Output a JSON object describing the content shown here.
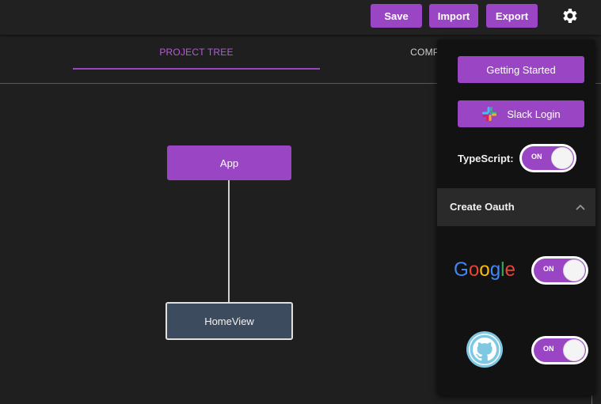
{
  "toolbar": {
    "save_label": "Save",
    "import_label": "Import",
    "export_label": "Export",
    "settings_icon": "gear-icon"
  },
  "tabs": [
    {
      "label": "PROJECT TREE",
      "active": true
    },
    {
      "label": "COMPONENT DETAILS",
      "active": false
    }
  ],
  "tree": {
    "root": "App",
    "children": [
      "HomeView"
    ]
  },
  "settings_panel": {
    "getting_started_label": "Getting Started",
    "slack_login_label": "Slack Login",
    "typescript_label": "TypeScript:",
    "typescript_toggle": "ON",
    "oauth": {
      "title": "Create Oauth",
      "google_wordmark": "Google",
      "google_toggle": "ON",
      "github_toggle": "ON"
    }
  },
  "colors": {
    "accent": "#9a45c4",
    "background": "#1f1f1f",
    "panel": "#121212",
    "node_dark": "#3d4b5e"
  }
}
